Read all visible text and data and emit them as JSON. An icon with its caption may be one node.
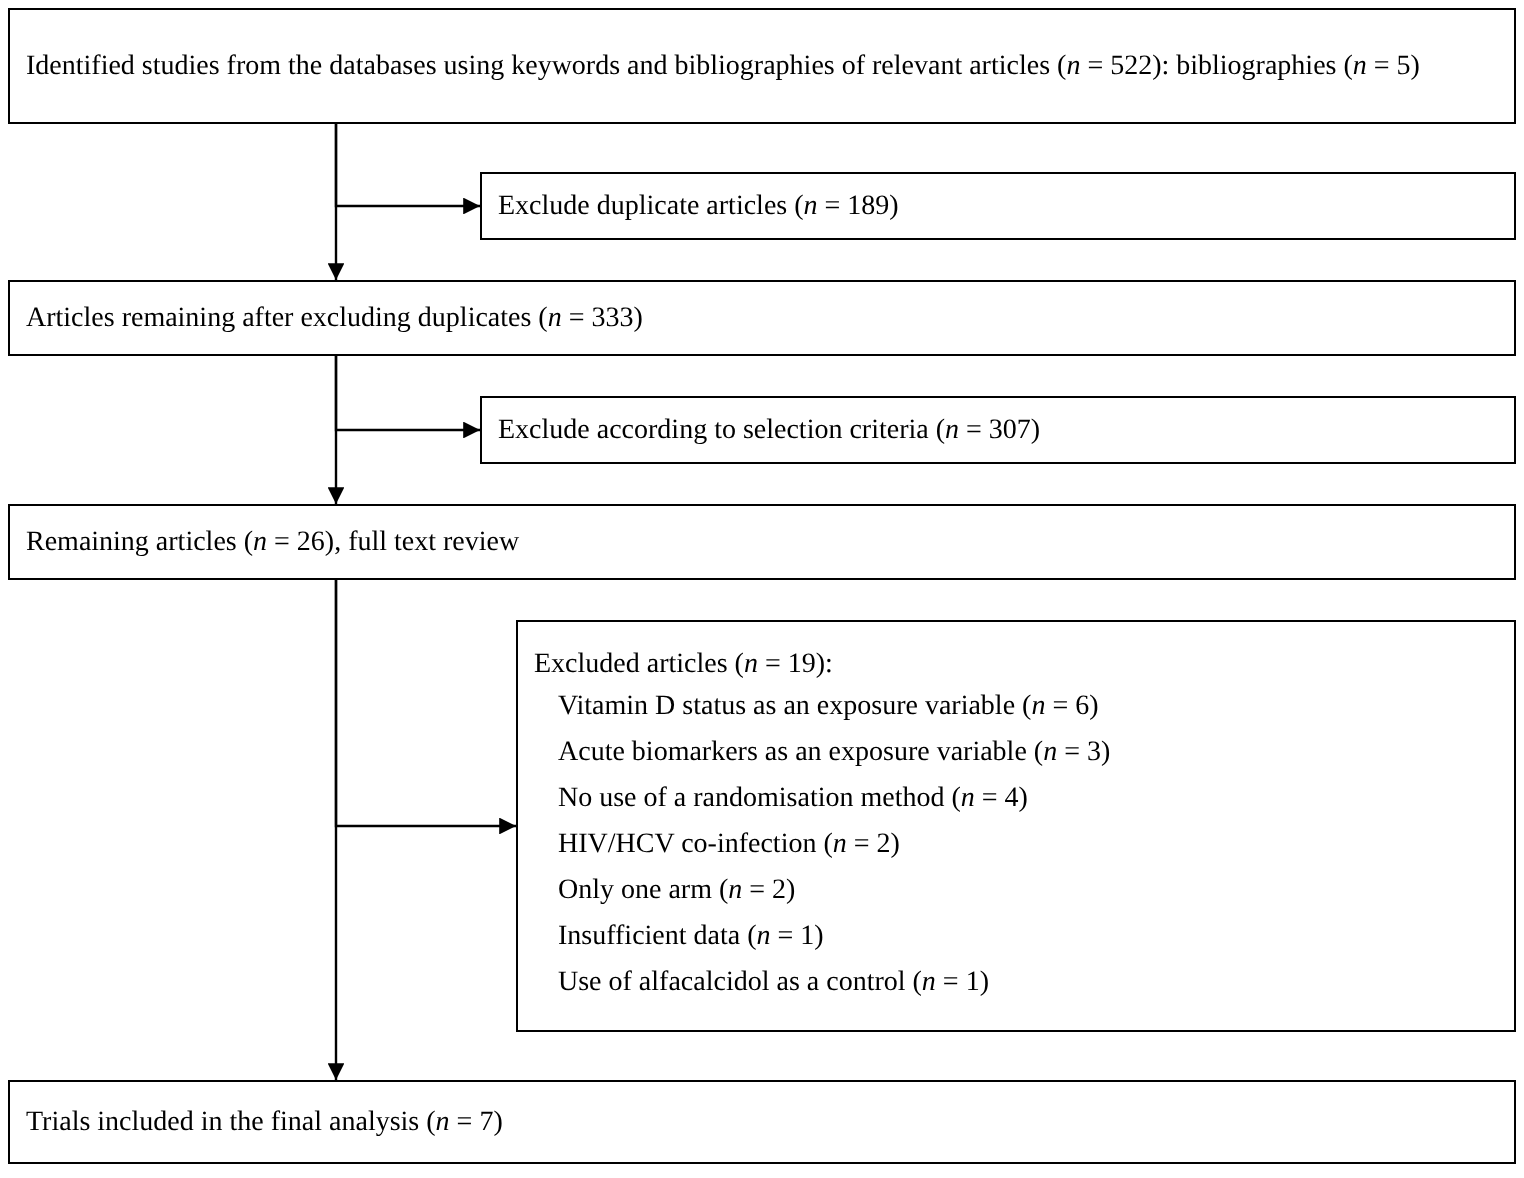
{
  "diagram": {
    "nodes": [
      {
        "text": [
          "Identified studies from the databases using keywords and bibliographies of relevant articles (*n* = 522): bibliographies (*n* = 5)"
        ]
      },
      {
        "text": [
          "Exclude duplicate articles (*n* = 189)"
        ]
      },
      {
        "text": [
          "Articles remaining after excluding duplicates (*n* = 333)"
        ]
      },
      {
        "text": [
          "Exclude according to selection criteria (*n* = 307)"
        ]
      },
      {
        "text": [
          "Remaining articles (*n* = 26), full text review"
        ]
      },
      {
        "text": [
          "Excluded articles (*n* = 19):",
          "Vitamin D status as an exposure variable (*n* = 6)",
          "Acute biomarkers as an exposure variable (*n* = 3)",
          "No use of a randomisation method (*n* = 4)",
          "HIV/HCV co-infection (*n* = 2)",
          "Only one arm (*n* = 2)",
          "Insufficient data (*n* = 1)",
          "Use of alfacalcidol as a control (*n* = 1)"
        ]
      },
      {
        "text": [
          "Trials included in the final analysis (*n* = 7)"
        ]
      }
    ],
    "edges": [
      {
        "from": 0,
        "to": 2,
        "arrow": "to"
      },
      {
        "from": 0,
        "to": 1,
        "arrow": "to"
      },
      {
        "from": 2,
        "to": 4,
        "arrow": "to"
      },
      {
        "from": 2,
        "to": 3,
        "arrow": "to"
      },
      {
        "from": 4,
        "to": 6,
        "arrow": "to"
      },
      {
        "from": 4,
        "to": 5,
        "arrow": "to"
      }
    ]
  }
}
